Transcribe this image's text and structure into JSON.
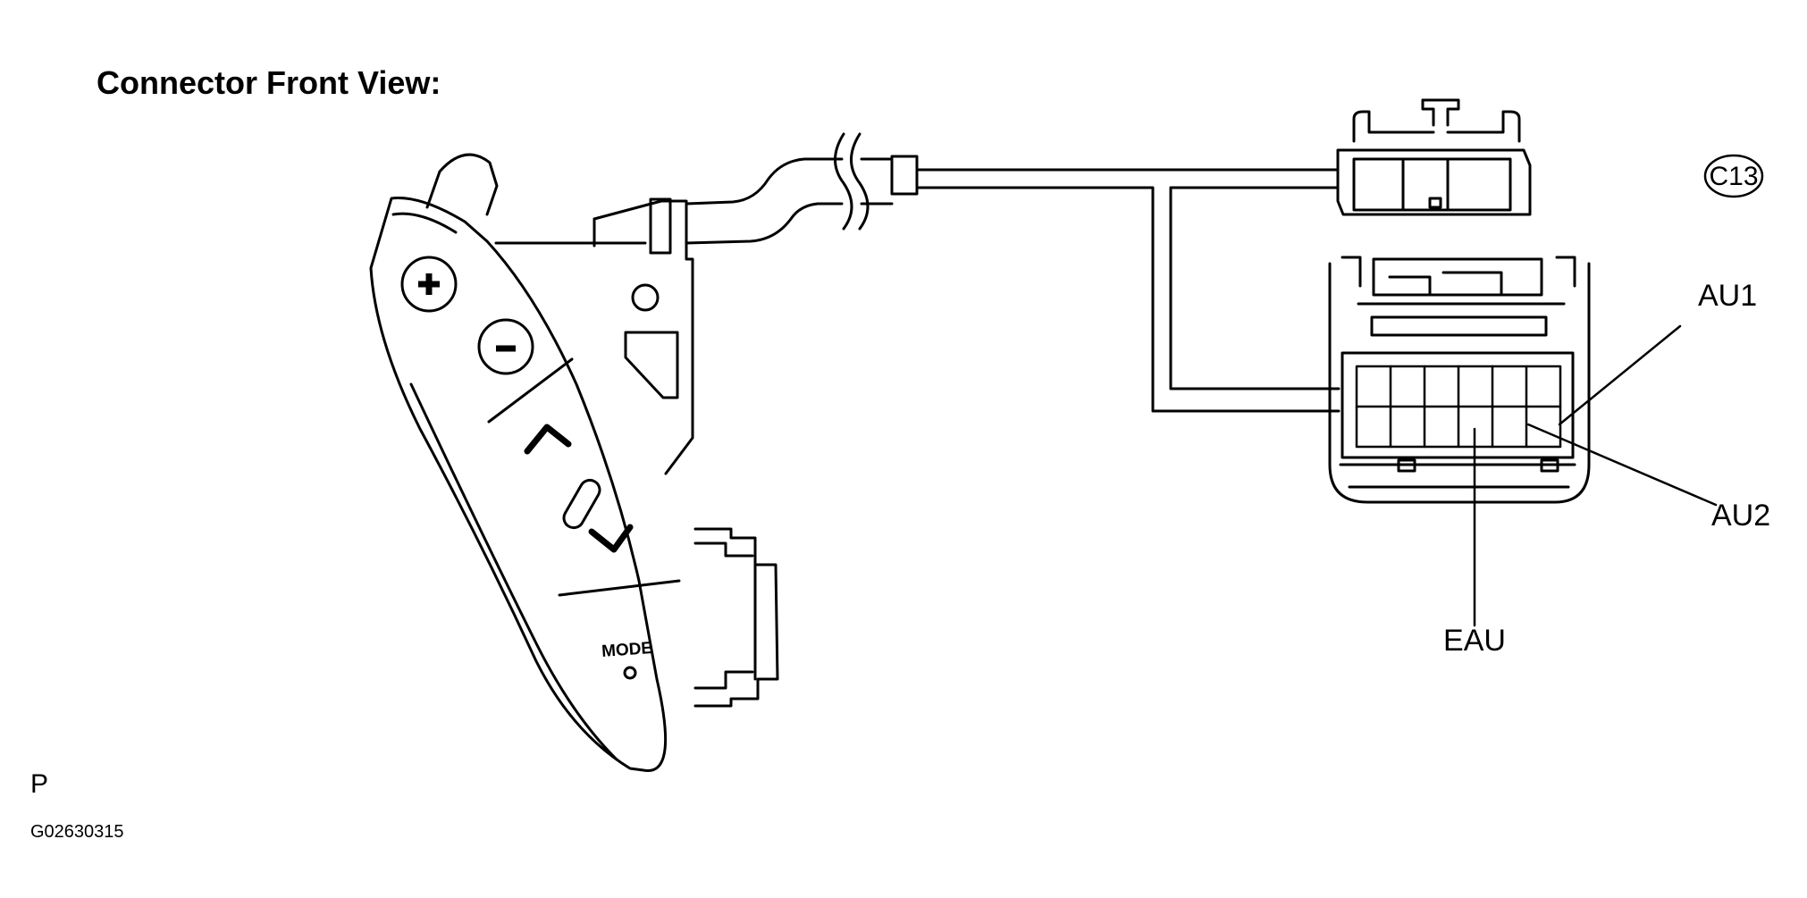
{
  "title": "Connector Front View:",
  "connector_id": "C13",
  "pins": {
    "au1": "AU1",
    "au2": "AU2",
    "eau": "EAU"
  },
  "switch_buttons": {
    "plus": "+",
    "minus": "−",
    "mode": "MODE"
  },
  "footer": {
    "letter": "P",
    "code": "G02630315"
  },
  "colors": {
    "ink": "#000000",
    "background": "#ffffff"
  }
}
